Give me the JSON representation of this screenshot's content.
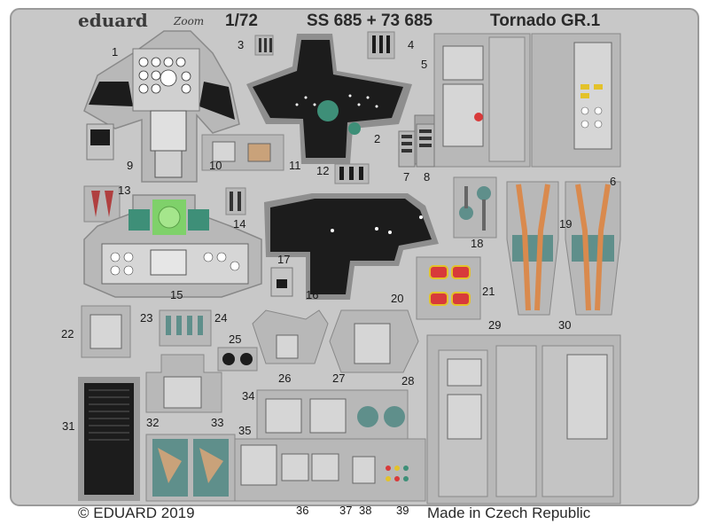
{
  "header": {
    "brand": "eduard",
    "brand_sub": "Zoom",
    "scale": "1/72",
    "set_number": "SS 685 + 73 685",
    "kit_name": "Tornado GR.1"
  },
  "footer": {
    "copyright": "© EDUARD 2019",
    "origin": "Made in Czech Republic"
  },
  "part_numbers": [
    "1",
    "2",
    "3",
    "4",
    "5",
    "6",
    "7",
    "8",
    "9",
    "10",
    "11",
    "12",
    "13",
    "14",
    "15",
    "16",
    "17",
    "18",
    "19",
    "20",
    "21",
    "22",
    "23",
    "24",
    "25",
    "26",
    "27",
    "28",
    "29",
    "30",
    "31",
    "32",
    "33",
    "34",
    "35",
    "36",
    "37",
    "38",
    "39"
  ],
  "colors": {
    "fret": "#c8c8c8",
    "fret_edge": "#9a9a9a",
    "panel_black": "#1c1c1c",
    "panel_grey": "#b6b6b6",
    "instrument_green": "#3e8f78",
    "screen_green": "#7fd16a",
    "cushion_teal": "#5f8f8b",
    "harness_orange": "#d98a4e",
    "sand": "#c9a27a",
    "red": "#d83a3a",
    "yellow": "#e3c22a"
  }
}
